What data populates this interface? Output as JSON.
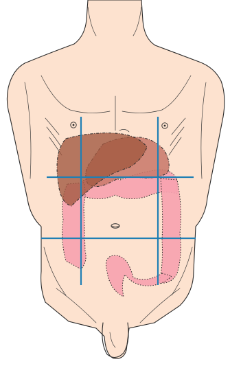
{
  "colors": {
    "skin": "#fde2cf",
    "liver": "#a0573f",
    "stomach": "#c97a6c",
    "colon": "#f7a3b0",
    "grid_line": "#1f7fb4",
    "outline": "#2a2a2a"
  },
  "grid": {
    "vertical_lines": 2,
    "horizontal_lines": 2,
    "regions": 9
  }
}
